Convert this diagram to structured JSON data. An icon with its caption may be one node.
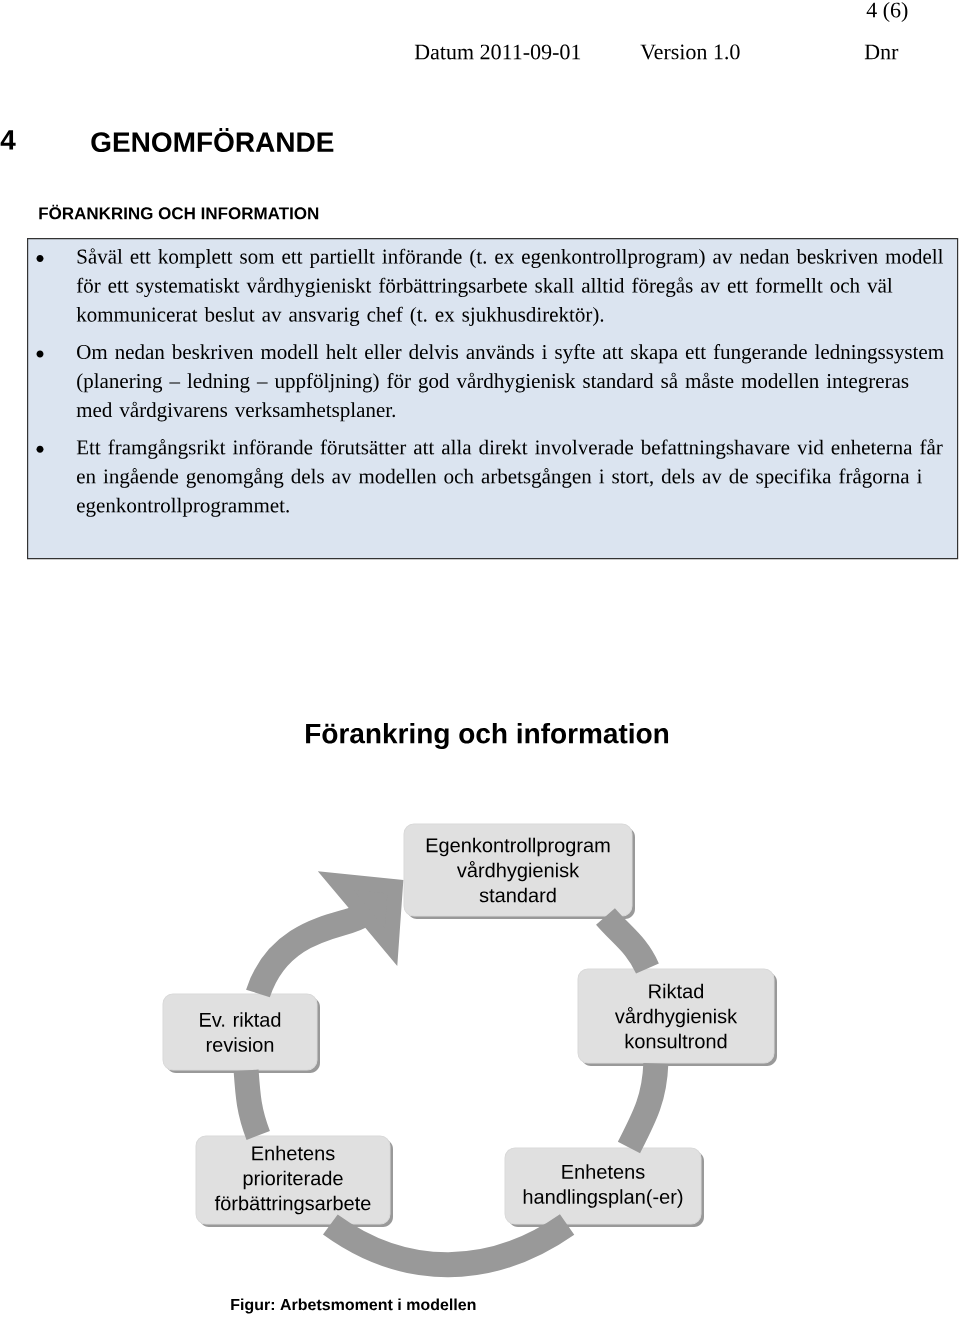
{
  "diagram": {
    "title": "Förankring och information",
    "caption": "Figur: Arbetsmoment i modellen",
    "nodes": [
      {
        "text": [
          "Såväl ett komplett som ett partiellt införande (t. ex egenkontrollprogram) av nedan beskriven modell för ett systematiskt vårdhygieniskt förbättringsarbete skall alltid föregås av ett formellt och väl kommunicerat beslut av ansvarig chef (t. ex sjukhusdirektör).",
          "Om nedan beskriven modell helt eller delvis används i syfte att skapa ett fungerande ledningssystem (planering – ledning – uppföljning) för god vårdhygienisk standard så måste modellen integreras med vårdgivarens verksamhetsplaner.",
          "Ett framgångsrikt införande förutsätter att alla direkt involverade befattningshavare vid enheterna får en ingående genomgång dels av modellen och arbetsgången i stort, dels av de specifika frågorna i egenkontrollprogrammet."
        ]
      },
      {
        "text": [
          "Egenkontrollprogram vårdhygienisk standard"
        ]
      },
      {
        "text": [
          "Riktad vårdhygienisk konsultrond"
        ]
      },
      {
        "text": [
          "Enhetens handlingsplan(-er)"
        ]
      },
      {
        "text": [
          "Enhetens prioriterade förbättringsarbete"
        ]
      },
      {
        "text": [
          "Ev. riktad revision"
        ]
      }
    ],
    "edges": [
      {
        "from": 1,
        "to": 2,
        "arrow": "none"
      },
      {
        "from": 2,
        "to": 3,
        "arrow": "none"
      },
      {
        "from": 3,
        "to": 4,
        "arrow": "none"
      },
      {
        "from": 4,
        "to": 5,
        "arrow": "none"
      },
      {
        "from": 5,
        "to": 1,
        "arrow": "to"
      }
    ],
    "labels": [
      "4 (6)",
      "Datum 2011-09-01",
      "Version 1.0",
      "Dnr",
      "4",
      "GENOMFÖRANDE",
      "FÖRANKRING OCH INFORMATION"
    ]
  }
}
